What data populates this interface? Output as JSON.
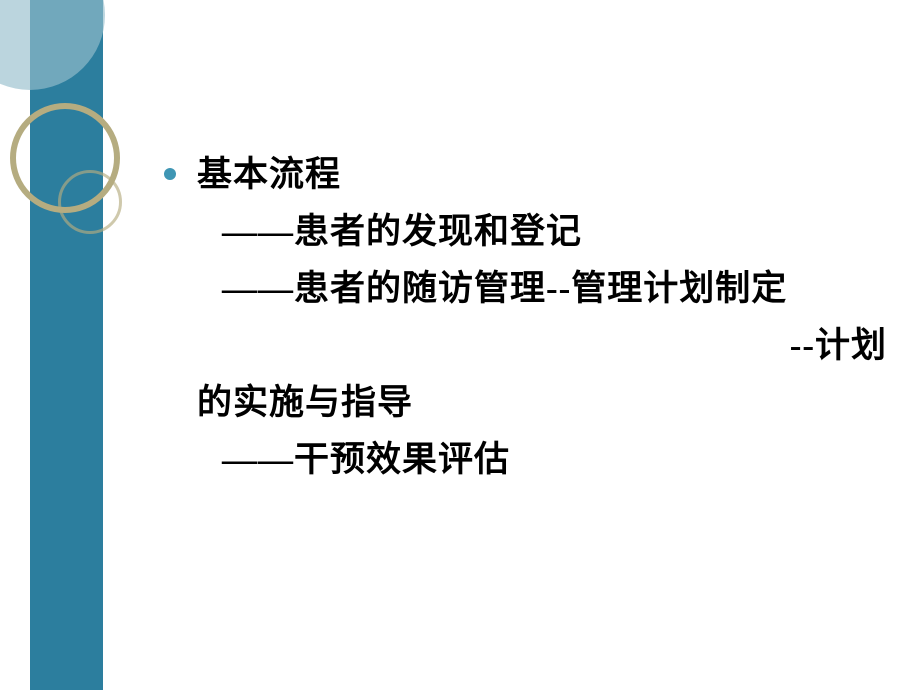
{
  "theme": {
    "accent": "#2C7E9E",
    "circle_fill": "#96BECD",
    "ring_color": "#B5AC80",
    "bullet_color": "#3F96B4",
    "text_color": "#000000"
  },
  "slide": {
    "title": "基本流程",
    "lines": [
      "——患者的发现和登记",
      "——患者的随访管理--管理计划制定",
      "--计划",
      "的实施与指导",
      "——干预效果评估"
    ]
  }
}
